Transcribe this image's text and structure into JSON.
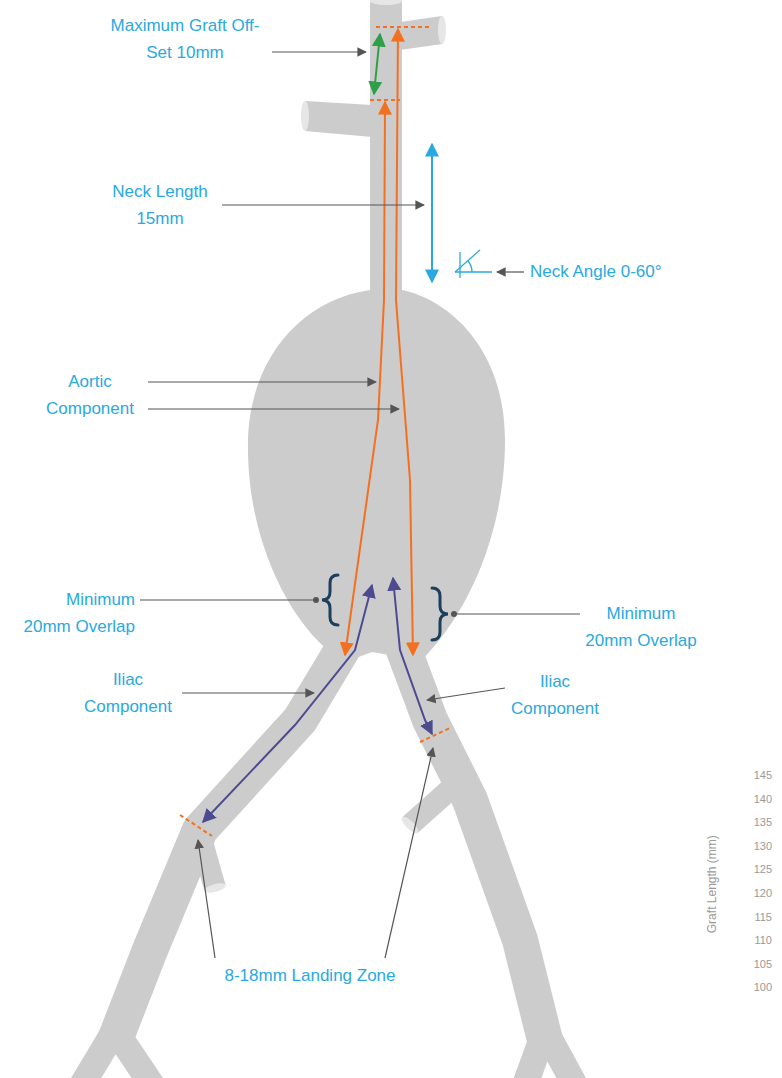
{
  "diagram": {
    "labels": [
      "Maximum Graft Off-Set 10mm",
      "Neck Length 15mm",
      "Neck Angle 0-60°",
      "Aortic Component",
      "Minimum 20mm Overlap",
      "Minimum 20mm Overlap",
      "Iliac Component",
      "Iliac Component",
      "8-18mm Landing Zone",
      "Graft Length (mm)",
      "145",
      "140",
      "135",
      "130",
      "125",
      "120",
      "115",
      "110",
      "105",
      "100"
    ]
  }
}
